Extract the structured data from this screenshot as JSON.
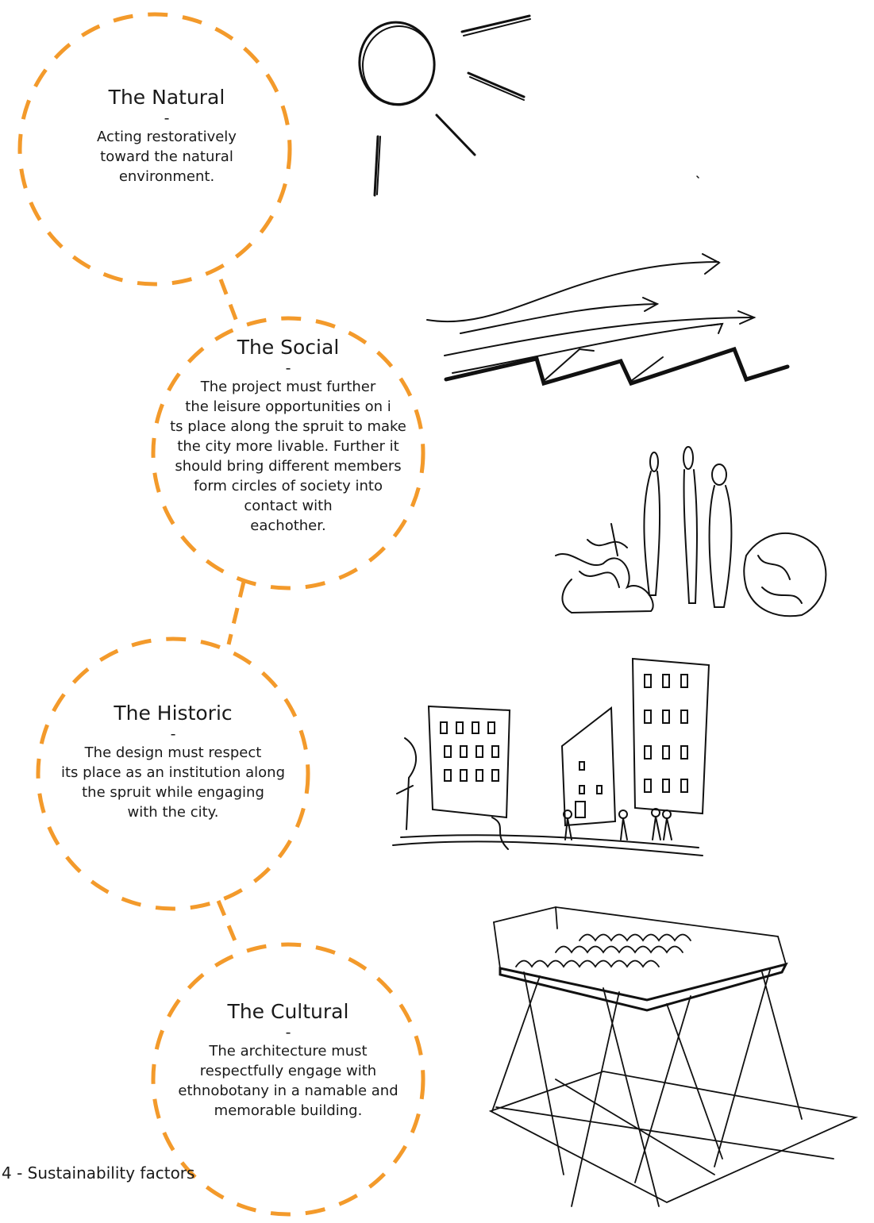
{
  "accent_color": "#F39A2B",
  "factors": [
    {
      "title": "The Natural",
      "separator": "-",
      "lines": [
        "Acting restoratively",
        "toward the natural",
        "environment."
      ],
      "sketch": "sun-icon"
    },
    {
      "title": "The Social",
      "separator": "-",
      "lines": [
        "The project must further",
        "the leisure opportunities on i",
        "ts place along the spruit to make",
        "the city more livable. Further it",
        "should bring different members",
        "form circles of society into",
        "contact with",
        "eachother."
      ],
      "sketch": "people-with-plants-icon"
    },
    {
      "title": "The Historic",
      "separator": "-",
      "lines": [
        "The design must respect",
        "its place as an institution along",
        "the spruit while engaging",
        "with the city."
      ],
      "sketch": "city-buildings-icon"
    },
    {
      "title": "The Cultural",
      "separator": "-",
      "lines": [
        "The architecture must",
        "respectfully engage with",
        "ethnobotany in a namable and",
        "memorable building."
      ],
      "sketch": "canopy-structure-icon"
    }
  ],
  "caption": "4 - Sustainability factors"
}
